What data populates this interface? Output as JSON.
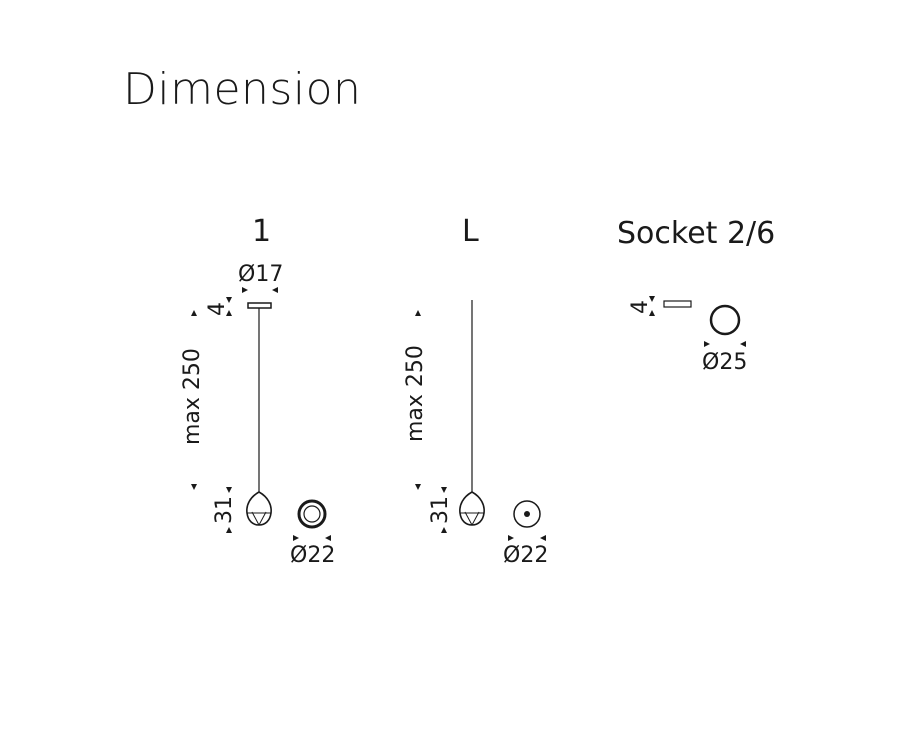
{
  "page": {
    "title": "Dimension"
  },
  "variants": [
    {
      "label": "1",
      "canopy_diameter": "Ø17",
      "canopy_height": "4",
      "length": "max 250",
      "shade_height": "31",
      "shade_diameter": "Ø22"
    },
    {
      "label": "L",
      "length": "max 250",
      "shade_height": "31",
      "shade_diameter": "Ø22"
    },
    {
      "label": "Socket 2/6",
      "canopy_height": "4",
      "canopy_diameter": "Ø25"
    }
  ],
  "colors": {
    "line": "#1a1a1a",
    "background": "#ffffff"
  }
}
